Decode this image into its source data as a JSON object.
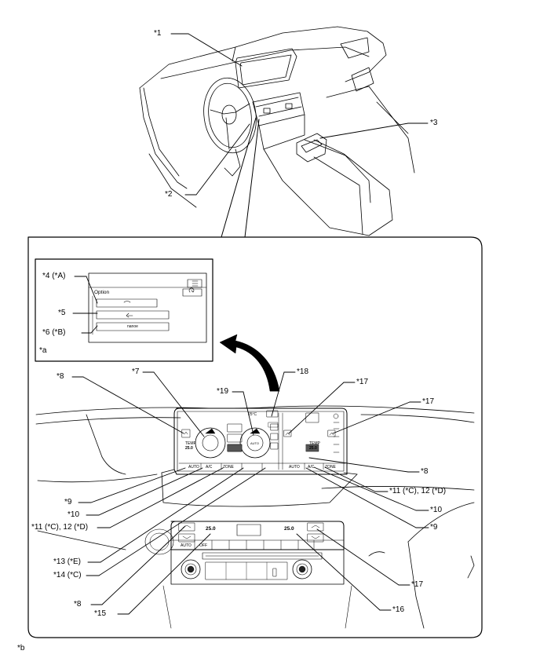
{
  "labels": {
    "c1": "*1",
    "c2": "*2",
    "c3": "*3",
    "c4": "*4 (*A)",
    "c5": "*5",
    "c6": "*6 (*B)",
    "c7": "*7",
    "c8a": "*8",
    "c8b": "*8",
    "c8c": "*8",
    "c9a": "*9",
    "c9b": "*9",
    "c10a": "*10",
    "c10b": "*10",
    "c11a": "*11 (*C), 12 (*D)",
    "c11b": "*11 (*C), 12 (*D)",
    "c13": "*13 (*E)",
    "c14": "*14 (*C)",
    "c15": "*15",
    "c16": "*16",
    "c17a": "*17",
    "c17b": "*17",
    "c17c": "*17",
    "c18": "*18",
    "c19": "*19",
    "ca": "*a",
    "cb": "*b"
  },
  "option_screen": {
    "title": "Option",
    "button3": "nanoe"
  },
  "display": {
    "left_panel": {
      "temp_label": "TEMP",
      "temp_value": "25.0"
    },
    "right_panel": {
      "temp_label": "TEMP",
      "temp_value": "25.0"
    },
    "center_auto": "AUTO",
    "outside_temp": "25°C",
    "bottom_left": [
      "AUTO",
      "A/C",
      "ZONE"
    ],
    "bottom_right": [
      "AUTO",
      "A/C",
      "ZONE"
    ]
  },
  "control_panel": {
    "left_temp": "25.0",
    "right_temp": "25.0",
    "auto": "AUTO",
    "off": "OFF"
  }
}
